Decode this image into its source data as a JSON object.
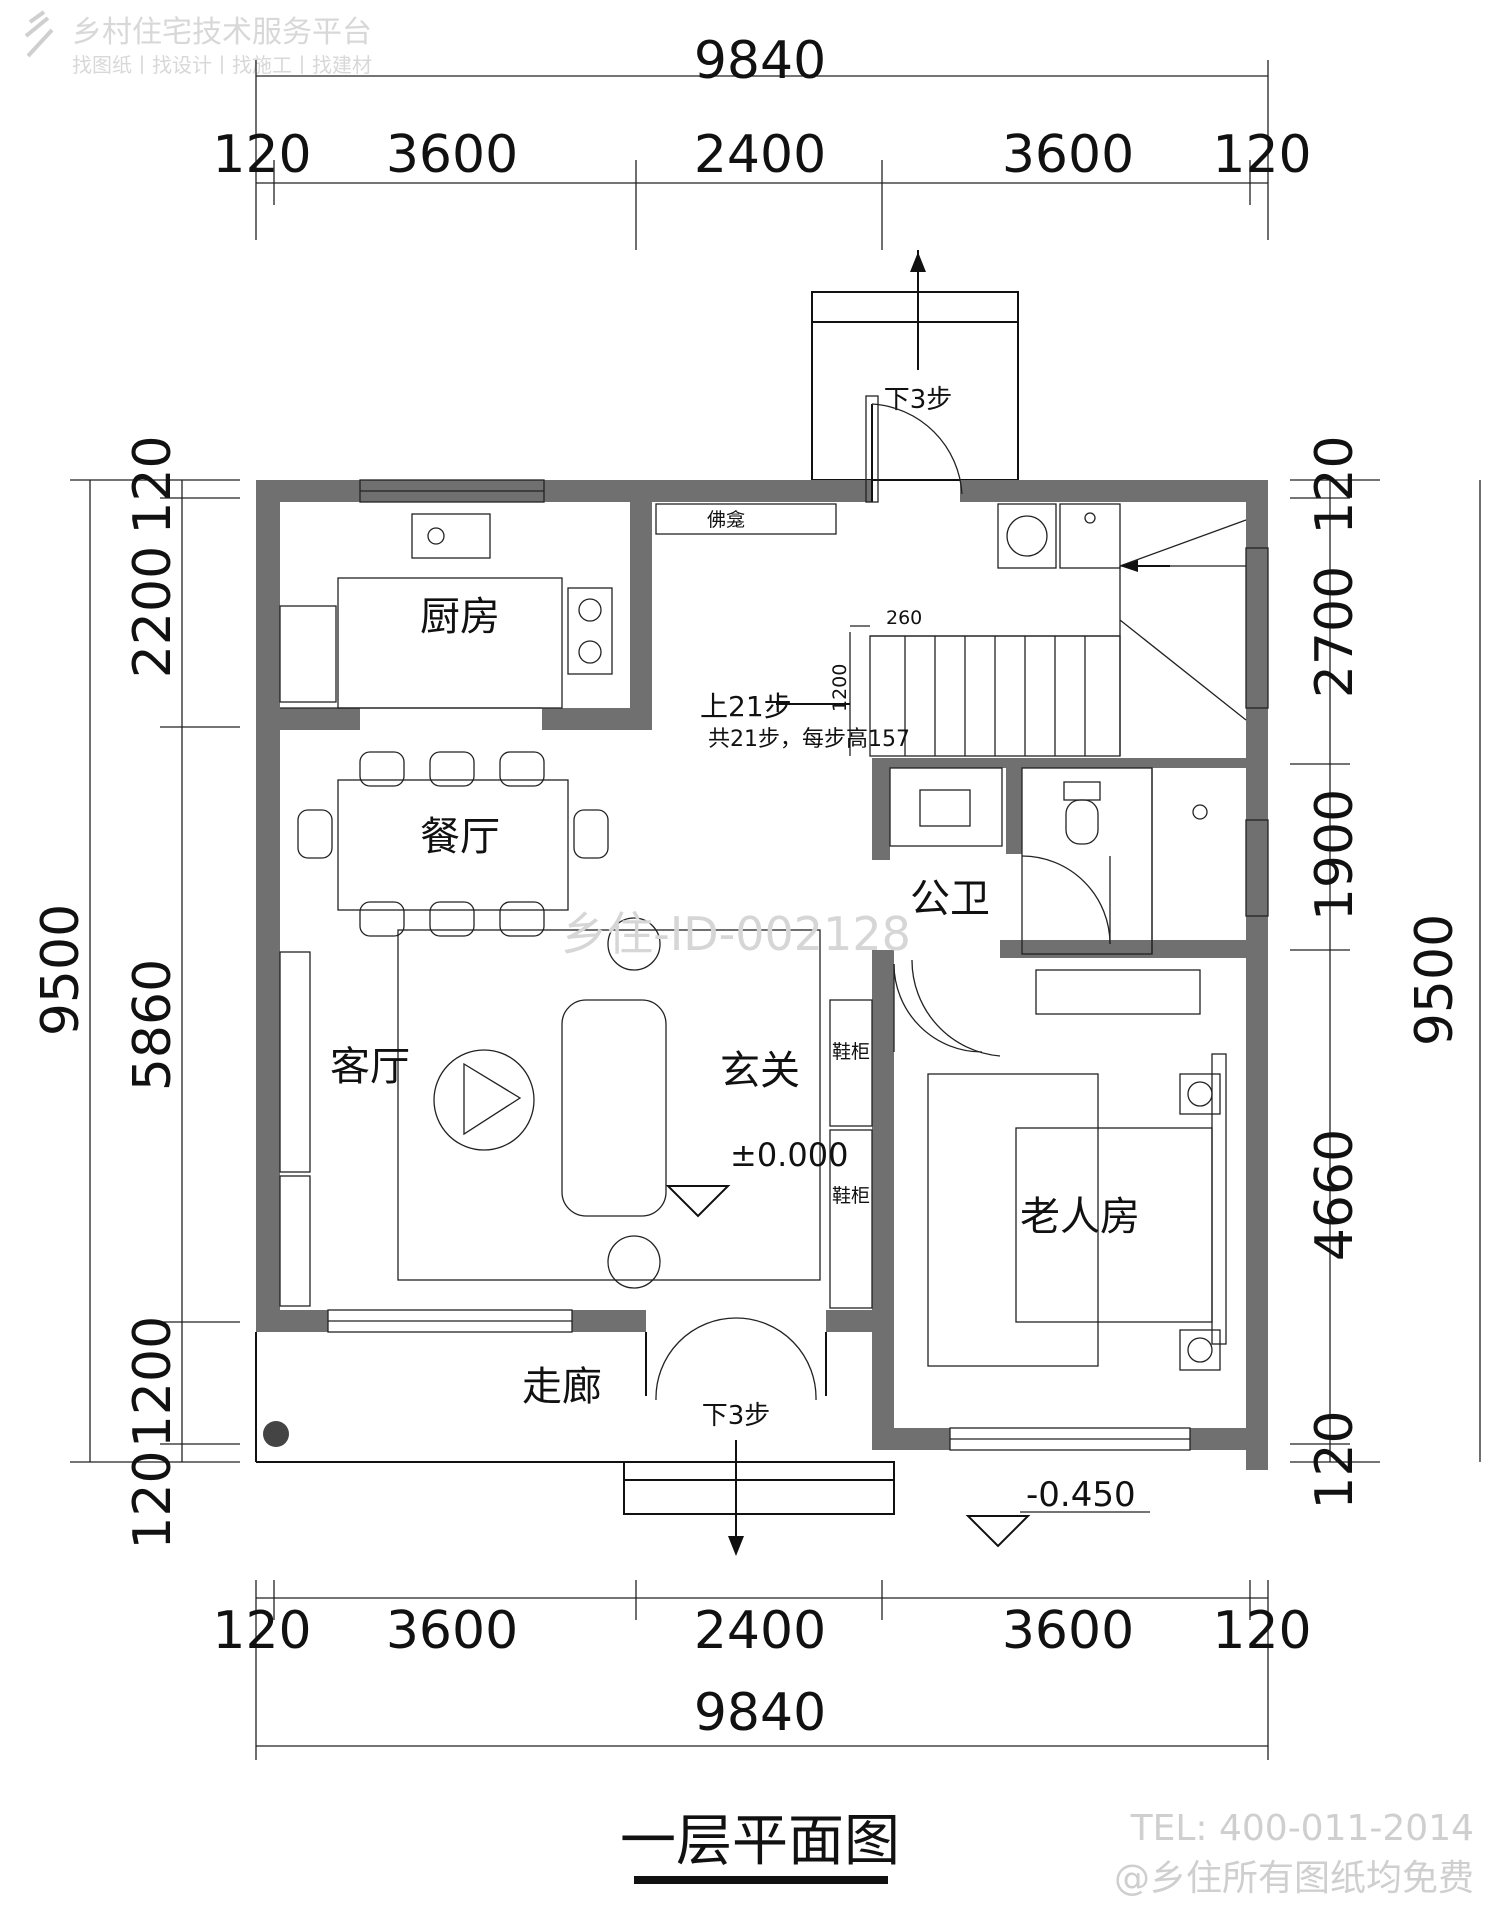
{
  "watermark": {
    "platform": "乡村住宅技术服务平台",
    "services": "找图纸丨找设计丨找施工丨找建材",
    "plan_id": "乡住-ID-002128"
  },
  "footer": {
    "tel": "TEL: 400-011-2014",
    "note": "@乡住所有图纸均免费"
  },
  "title": "一层平面图",
  "dimensions": {
    "total_width": "9840",
    "top_segments": [
      "120",
      "3600",
      "2400",
      "3600",
      "120"
    ],
    "bottom_segments": [
      "120",
      "3600",
      "2400",
      "3600",
      "120"
    ],
    "left_total": "9500",
    "left_segments": [
      "120",
      "2200",
      "5860",
      "1200",
      "120"
    ],
    "right_total": "9500",
    "right_segments": [
      "120",
      "2700",
      "1900",
      "4660",
      "120"
    ]
  },
  "rooms": {
    "kitchen": "厨房",
    "dining": "餐厅",
    "living": "客厅",
    "foyer": "玄关",
    "bathroom": "公卫",
    "elder_room": "老人房",
    "corridor": "走廊",
    "shrine": "佛龛",
    "shoe_cabinet_1": "鞋柜",
    "shoe_cabinet_2": "鞋柜"
  },
  "stairs": {
    "up_label": "上21步",
    "info": "共21步，每步高157",
    "tread": "260",
    "width": "1200",
    "rear_steps": "下3步",
    "front_steps": "下3步"
  },
  "levels": {
    "interior": "±0.000",
    "exterior": "-0.450"
  }
}
